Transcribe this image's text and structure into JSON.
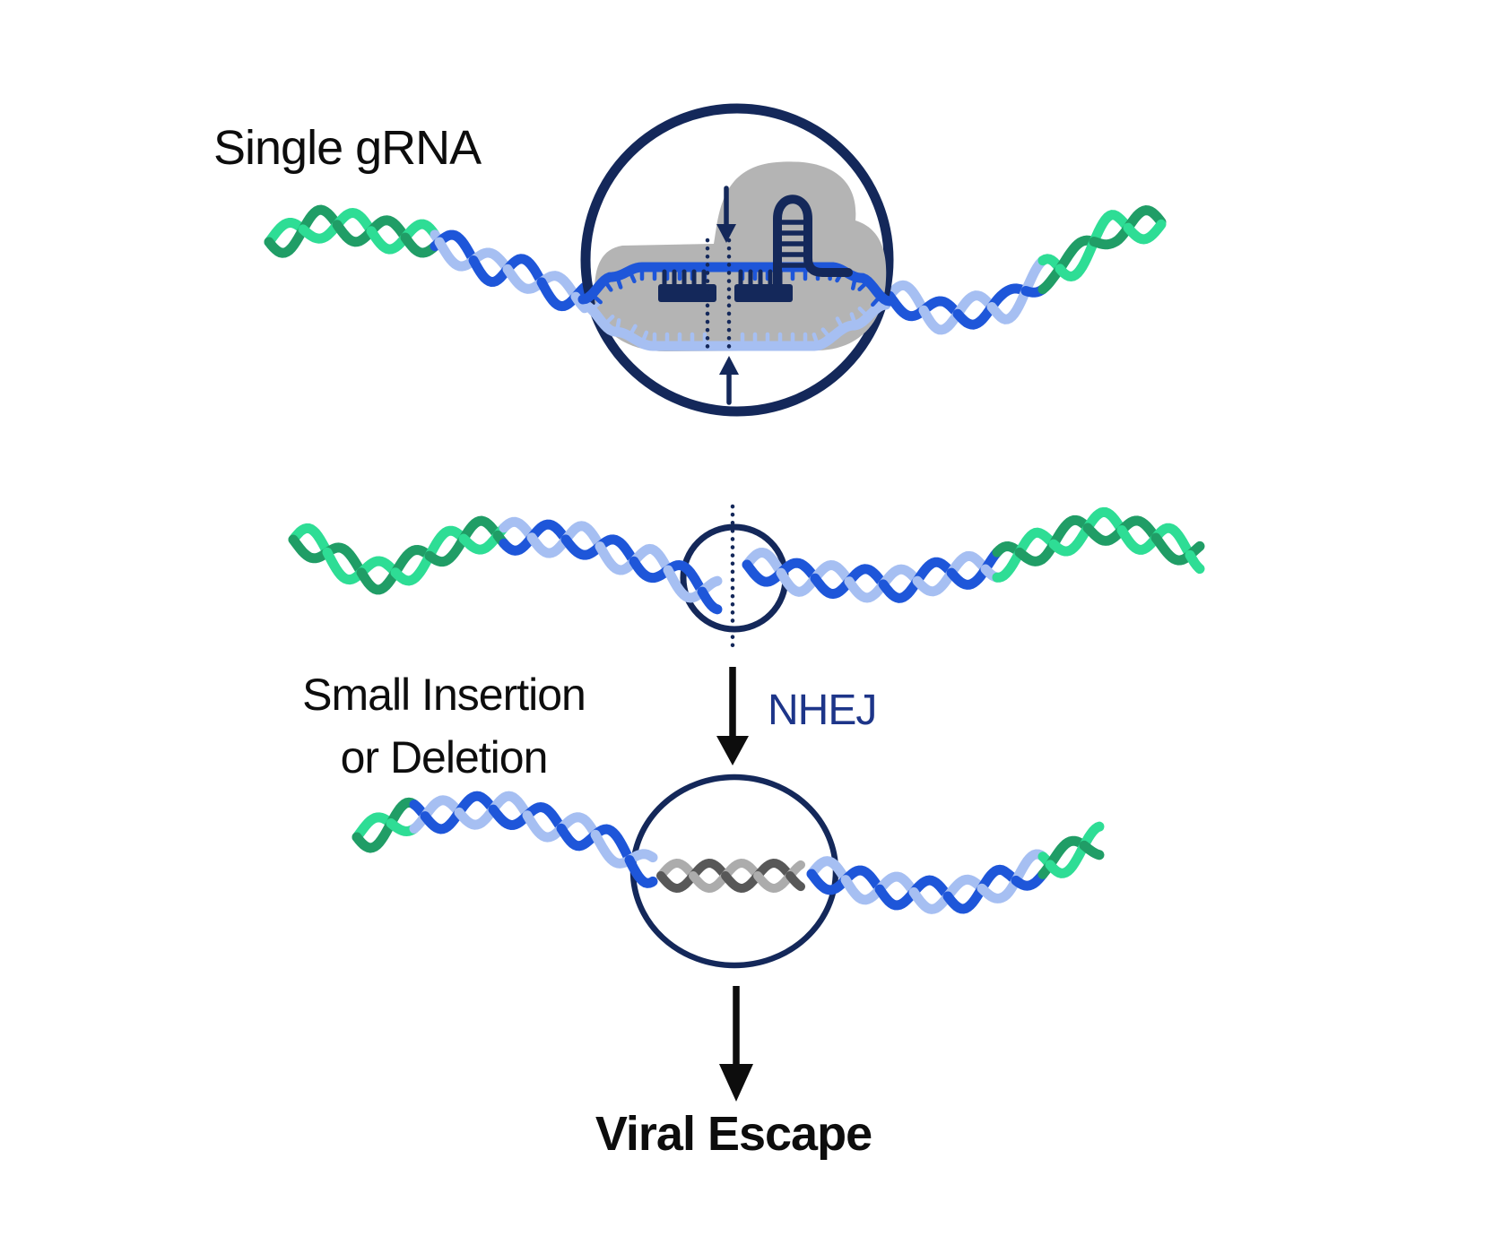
{
  "diagram": {
    "labels": {
      "single_grna": "Single gRNA",
      "indel_line1": "Small Insertion",
      "indel_line2": "or Deletion",
      "nhej": "NHEJ",
      "viral_escape": "Viral Escape"
    },
    "colors": {
      "navy": "#14285a",
      "bright_blue": "#1e56d9",
      "light_blue": "#a6bff2",
      "spring_green": "#2edd95",
      "sea_green": "#209d66",
      "cas9_gray": "#b4b4b4",
      "insert_dark_gray": "#585858",
      "insert_light_gray": "#acacac",
      "nhej_text": "#1d3589",
      "text_black": "#0d0d0d",
      "background": "#ffffff"
    },
    "icon_names": [
      "cas9-complex-icon",
      "grna-hairpin-icon",
      "cut-site-dotted-line",
      "cleavage-down-arrow-icon",
      "cleavage-up-arrow-icon",
      "nhej-arrow-icon",
      "viral-escape-arrow-icon"
    ]
  }
}
